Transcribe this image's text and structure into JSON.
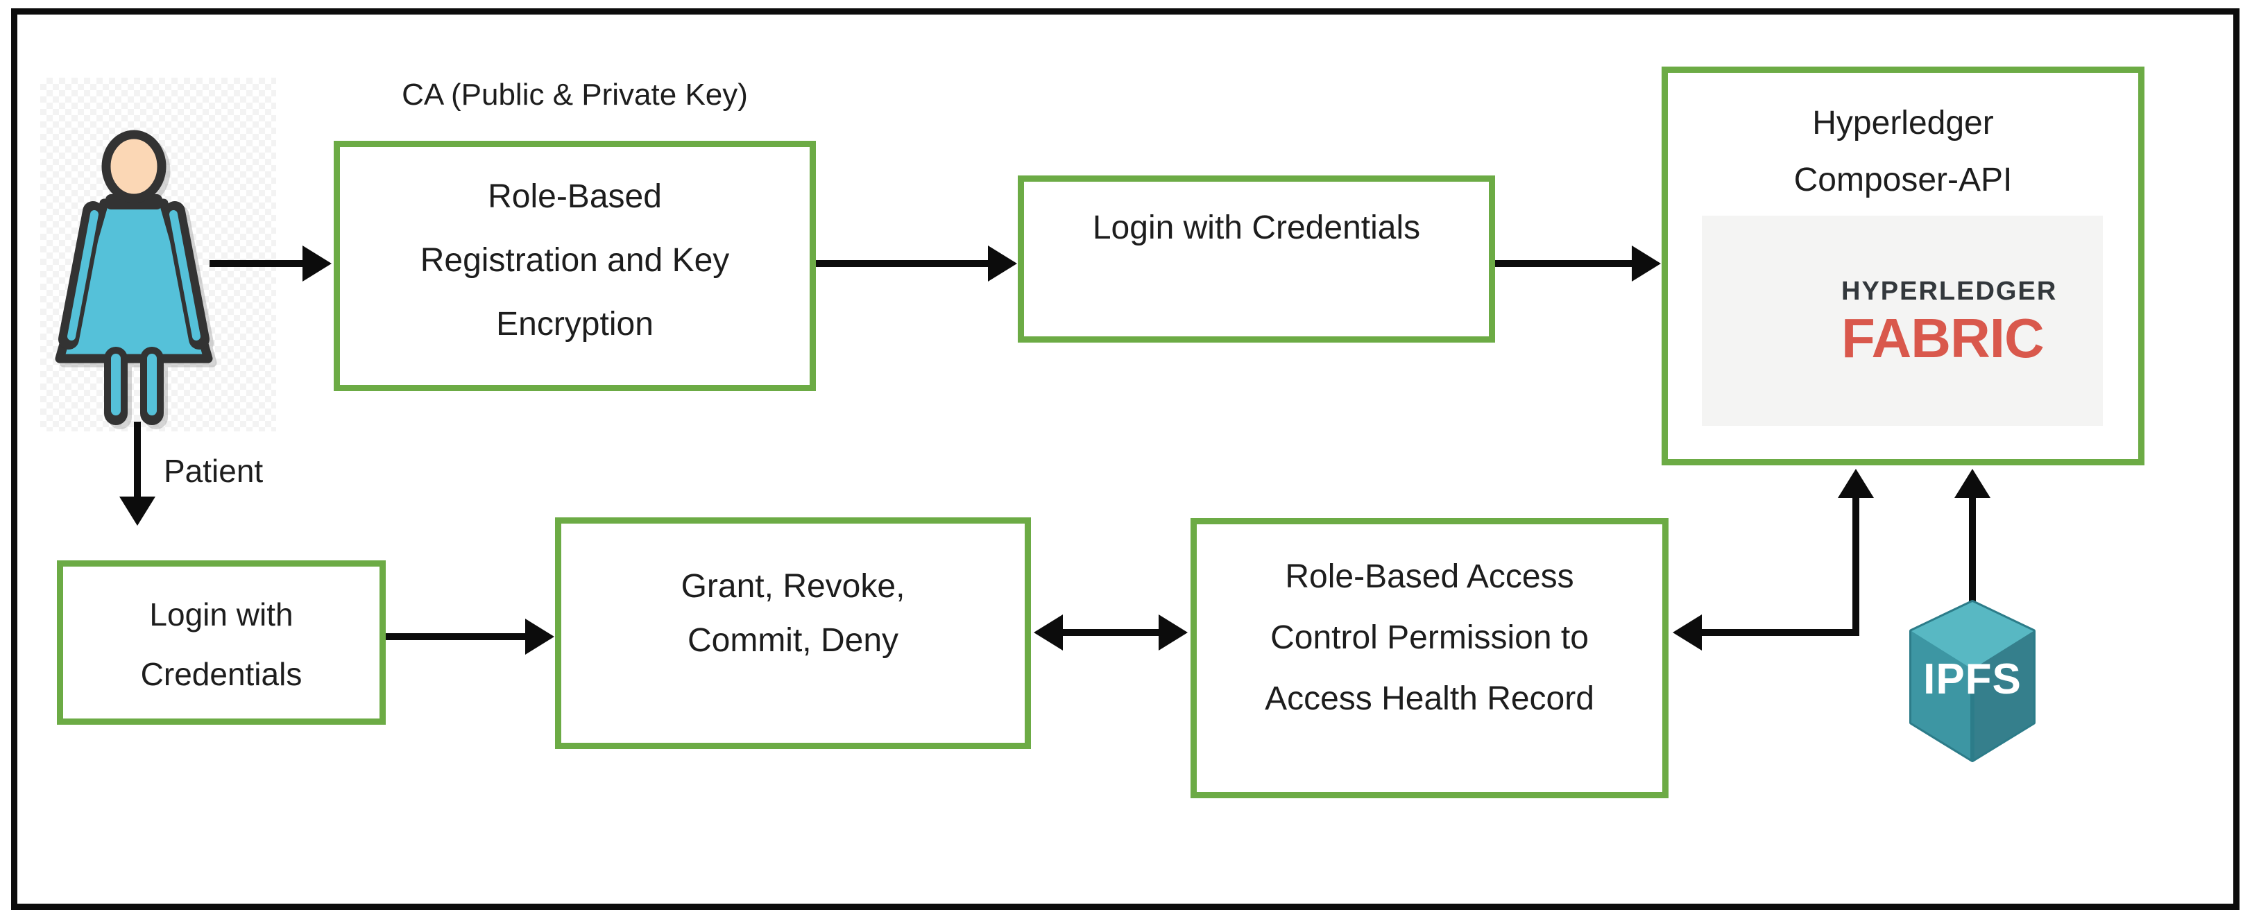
{
  "diagram": {
    "title_context": "Role-based blockchain health record access flow",
    "actor_label": "Patient",
    "ca_label": "CA (Public & Private Key)",
    "boxes": {
      "registration": {
        "lines": [
          "Role-Based",
          "Registration and Key",
          "Encryption"
        ]
      },
      "login_top": {
        "label": "Login with Credentials"
      },
      "hyperledger": {
        "lines": [
          "Hyperledger",
          "Composer-API"
        ]
      },
      "login_bottom": {
        "lines": [
          "Login with",
          "Credentials"
        ]
      },
      "actions": {
        "lines": [
          "Grant, Revoke,",
          "Commit, Deny"
        ]
      },
      "rbac": {
        "lines": [
          "Role-Based Access",
          "Control Permission to",
          "Access Health Record"
        ]
      }
    },
    "logos": {
      "fabric": {
        "brand": "HYPERLEDGER",
        "product": "FABRIC"
      },
      "ipfs": {
        "label": "IPFS"
      }
    },
    "icons": {
      "person": "person-icon",
      "ipfs_cube": "ipfs-cube-icon",
      "fabric_dashes": "fabric-dashes-icon"
    },
    "colors": {
      "box_border_green": "#6cab45",
      "arrow_black": "#0c0c0c",
      "fabric_red": "#d9584c",
      "hyperledger_dark": "#33383c",
      "ipfs_teal": "#45a5b2",
      "person_body": "#55c1d9",
      "person_skin": "#fbd7b5",
      "logo_panel_gray": "#f4f4f3"
    }
  }
}
